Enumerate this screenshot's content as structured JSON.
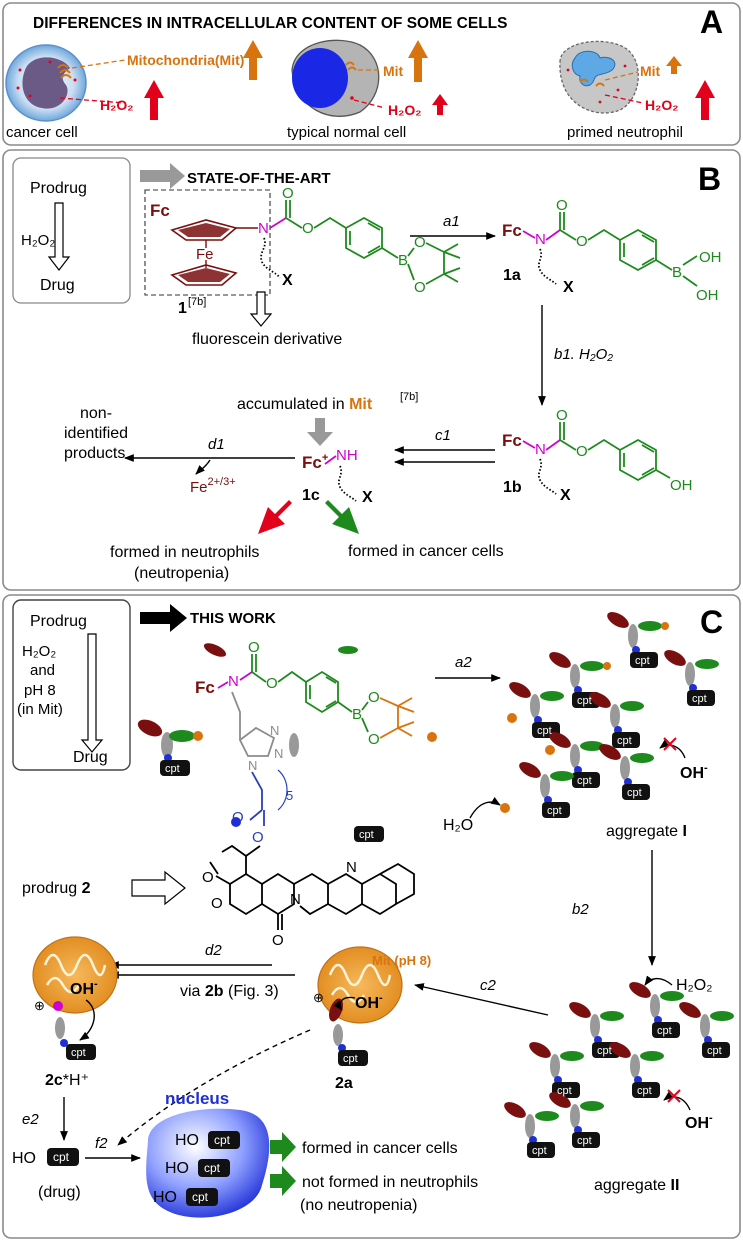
{
  "panelA": {
    "title": "DIFFERENCES IN INTRACELLULAR CONTENT OF SOME CELLS",
    "letter": "A",
    "mito_label": "Mitochondria(Mit)",
    "mit": "Mit",
    "h2o2": "H₂O₂",
    "cells": [
      "cancer cell",
      "typical normal cell",
      "primed neutrophil"
    ]
  },
  "panelB": {
    "letter": "B",
    "state_of_art": "STATE-OF-THE-ART",
    "prodrug": "Prodrug",
    "h2o2": "H₂O₂",
    "drug": "Drug",
    "fc": "Fc",
    "fe": "Fe",
    "compound1": "1",
    "ref": "[7b]",
    "x": "X",
    "fluorescein": "fluorescein derivative",
    "a1": "a1",
    "b1": "b1. H₂O₂",
    "c1": "c1",
    "d1": "d1",
    "c1a": "1a",
    "c1b": "1b",
    "c1c": "1c",
    "accumulated": "accumulated in ",
    "mit": "Mit",
    "nonidentified": [
      "non-",
      "identified",
      "products"
    ],
    "fe_ion": "Fe",
    "fe_charge": "2+/3+",
    "neutrophils": [
      "formed in neutrophils",
      "(neutropenia)"
    ],
    "cancer": "formed in cancer cells",
    "atoms": {
      "O": "O",
      "N": "N",
      "B": "B",
      "OH": "OH",
      "NH": "NH",
      "plus": "+"
    }
  },
  "panelC": {
    "letter": "C",
    "this_work": "THIS WORK",
    "prodrug": "Prodrug",
    "conditions": [
      "H₂O₂",
      "and",
      "pH 8",
      "(in Mit)"
    ],
    "drug": "Drug",
    "cpt": "cpt",
    "prodrug2": "prodrug ",
    "prodrug2_num": "2",
    "a2": "a2",
    "b2": "b2",
    "c2": "c2",
    "d2": "d2",
    "e2": "e2",
    "f2": "f2",
    "via": "via ",
    "via_num": "2b",
    "via_fig": " (Fig. 3)",
    "aggregate": "aggregate ",
    "agg1": "I",
    "agg2": "II",
    "h2o": "H₂O",
    "h2o2": "H₂O₂",
    "oh": "OH",
    "minus": "-",
    "mit_ph": "Mit (pH 8)",
    "c2a": "2a",
    "c2c": "2c",
    "c2c_suffix": "*H⁺",
    "nucleus": "nucleus",
    "ho": "HO",
    "drug_paren": "(drug)",
    "formed_cancer": "formed in cancer cells",
    "not_formed": [
      "not formed in neutrophils",
      "(no neutropenia)"
    ],
    "five": "5",
    "atoms": {
      "O": "O",
      "N": "N",
      "B": "B",
      "Fc": "Fc"
    }
  },
  "colors": {
    "red": "#e2001a",
    "orange": "#d9730d",
    "fc_dark_red": "#7a0f0f",
    "green": "#1e8a1e",
    "magenta": "#d000d0",
    "blue": "#1f2fd6",
    "grey": "#8c8c8c",
    "nucleus_blue": "#2233ee"
  }
}
